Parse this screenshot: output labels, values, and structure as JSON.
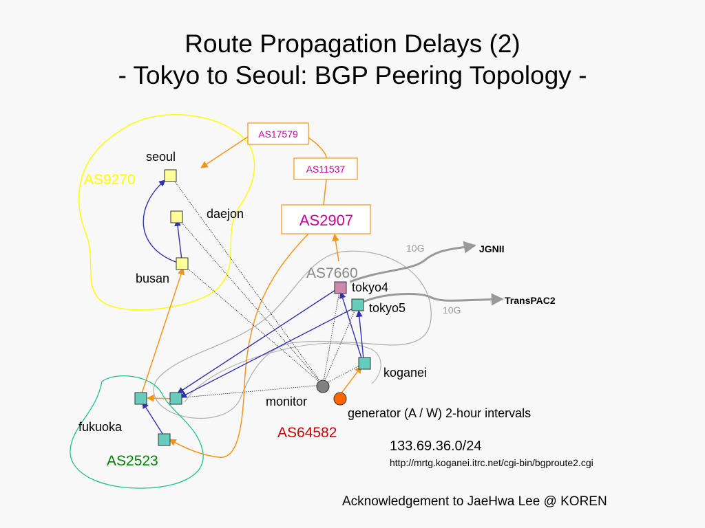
{
  "title": {
    "line1": "Route Propagation Delays (2)",
    "line2": "- Tokyo to Seoul: BGP Peering Topology -"
  },
  "colors": {
    "background": "#f8f8f8",
    "as9270": "#ffff00",
    "as2523": "#20c090",
    "as7660": "#b0b0b0",
    "orange": "#f39418",
    "blue": "#3030b0",
    "magenta": "#cc0099",
    "red": "#cc0000",
    "green": "#008000",
    "gray_text": "#888888"
  },
  "as_labels": {
    "as9270": "AS9270",
    "as2523": "AS2523",
    "as7660": "AS7660",
    "as64582": "AS64582",
    "as2907": "AS2907",
    "as11537": "AS11537",
    "as17579": "AS17579"
  },
  "nodes": {
    "seoul": "seoul",
    "daejon": "daejon",
    "busan": "busan",
    "tokyo4": "tokyo4",
    "tokyo5": "tokyo5",
    "koganei": "koganei",
    "fukuoka": "fukuoka",
    "monitor": "monitor",
    "generator": "generator (A / W) 2-hour intervals"
  },
  "links": {
    "jgnii": "JGNII",
    "transpac2": "TransPAC2",
    "speed_jgnii": "10G",
    "speed_transpac2": "10G"
  },
  "info": {
    "prefix": "133.69.36.0/24",
    "url": "http://mrtg.koganei.itrc.net/cgi-bin/bgproute2.cgi",
    "acknowledgement": "Acknowledgement to JaeHwa Lee @ KOREN"
  }
}
